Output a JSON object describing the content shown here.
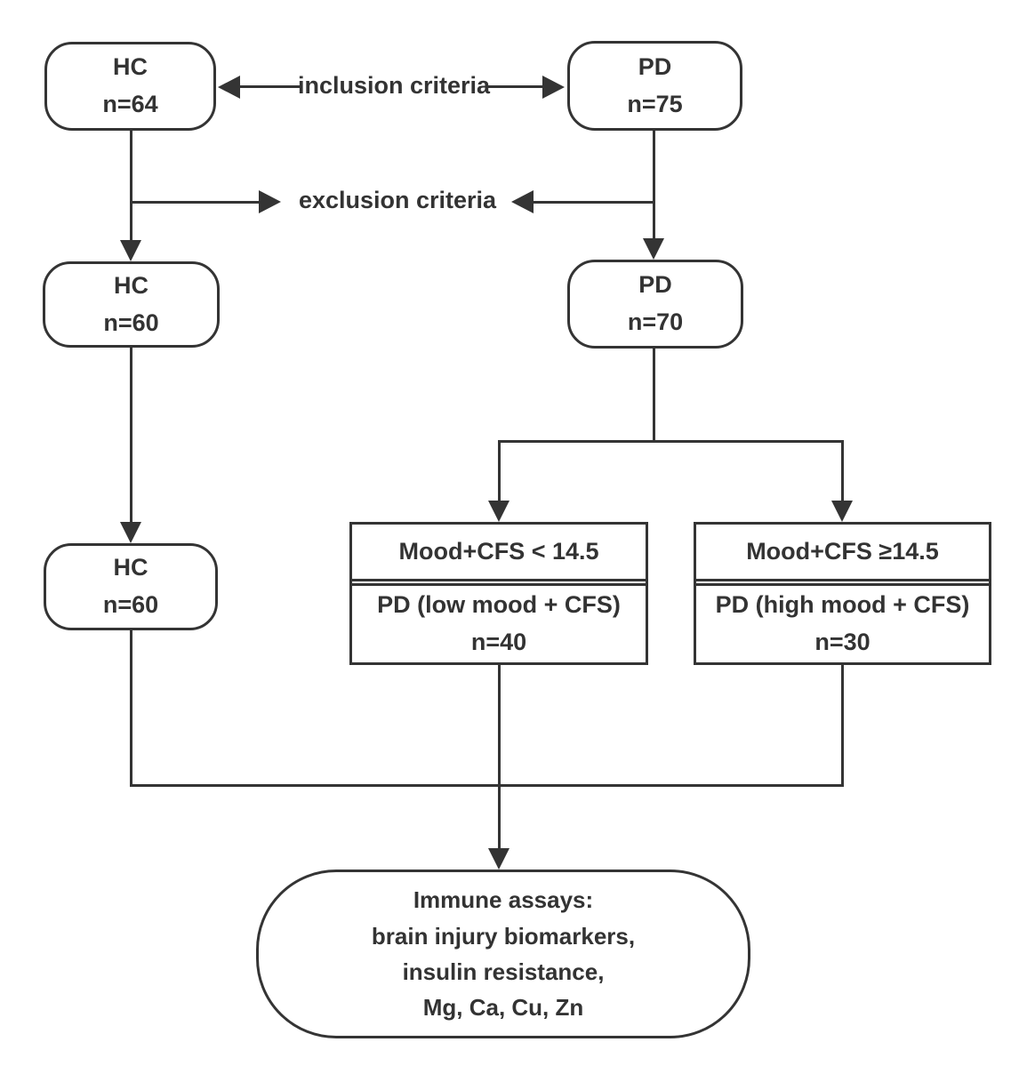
{
  "colors": {
    "ink": "#343434",
    "text": "#333333",
    "background": "#ffffff"
  },
  "labels": {
    "inclusion": "inclusion criteria",
    "exclusion": "exclusion criteria"
  },
  "nodes": {
    "hc_initial": {
      "title": "HC",
      "count": "n=64"
    },
    "pd_initial": {
      "title": "PD",
      "count": "n=75"
    },
    "hc_after_exclusion": {
      "title": "HC",
      "count": "n=60"
    },
    "pd_after_exclusion": {
      "title": "PD",
      "count": "n=70"
    },
    "hc_final": {
      "title": "HC",
      "count": "n=60"
    },
    "pd_low": {
      "criterion": "Mood+CFS < 14.5",
      "group": "PD (low mood + CFS)",
      "count": "n=40"
    },
    "pd_high": {
      "criterion": "Mood+CFS ≥14.5",
      "group": "PD (high mood + CFS)",
      "count": "n=30"
    },
    "immune": {
      "line1": "Immune assays:",
      "line2": "brain injury biomarkers,",
      "line3": "insulin resistance,",
      "line4": "Mg, Ca, Cu, Zn"
    }
  }
}
